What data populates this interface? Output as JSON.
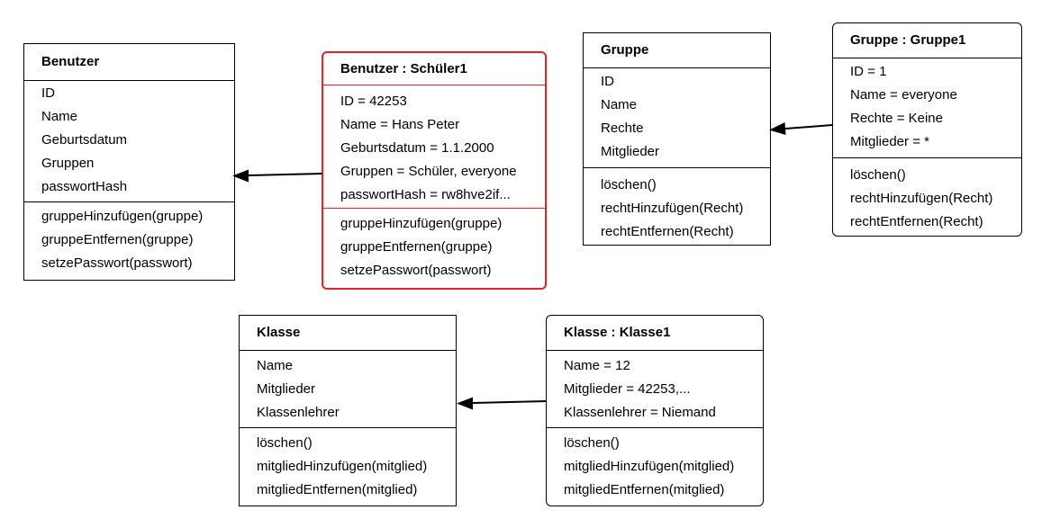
{
  "boxes": {
    "benutzer": {
      "title": "Benutzer",
      "attributes": [
        "ID",
        "Name",
        "Geburtsdatum",
        "Gruppen",
        "passwortHash"
      ],
      "methods": [
        "gruppeHinzufügen(gruppe)",
        "gruppeEntfernen(gruppe)",
        "setzePasswort(passwort)"
      ]
    },
    "benutzer_schueler1": {
      "title": "Benutzer : Schüler1",
      "attributes": [
        "ID = 42253",
        "Name = Hans Peter",
        "Geburtsdatum = 1.1.2000",
        "Gruppen = Schüler, everyone",
        "passwortHash = rw8hve2if..."
      ],
      "methods": [
        "gruppeHinzufügen(gruppe)",
        "gruppeEntfernen(gruppe)",
        "setzePasswort(passwort)"
      ]
    },
    "gruppe": {
      "title": "Gruppe",
      "attributes": [
        "ID",
        "Name",
        "Rechte",
        "Mitglieder"
      ],
      "methods": [
        "löschen()",
        "rechtHinzufügen(Recht)",
        "rechtEntfernen(Recht)"
      ]
    },
    "gruppe_gruppe1": {
      "title": "Gruppe : Gruppe1",
      "attributes": [
        "ID = 1",
        "Name = everyone",
        "Rechte = Keine",
        "Mitglieder = *"
      ],
      "methods": [
        "löschen()",
        "rechtHinzufügen(Recht)",
        "rechtEntfernen(Recht)"
      ]
    },
    "klasse": {
      "title": "Klasse",
      "attributes": [
        "Name",
        "Mitglieder",
        "Klassenlehrer"
      ],
      "methods": [
        "löschen()",
        "mitgliedHinzufügen(mitglied)",
        "mitgliedEntfernen(mitglied)"
      ]
    },
    "klasse_klasse1": {
      "title": "Klasse : Klasse1",
      "attributes": [
        "Name = 12",
        "Mitglieder  = 42253,...",
        "Klassenlehrer = Niemand"
      ],
      "methods": [
        "löschen()",
        "mitgliedHinzufügen(mitglied)",
        "mitgliedEntfernen(mitglied)"
      ]
    }
  },
  "colors": {
    "highlight": "#e8202a",
    "line": "#000000"
  }
}
